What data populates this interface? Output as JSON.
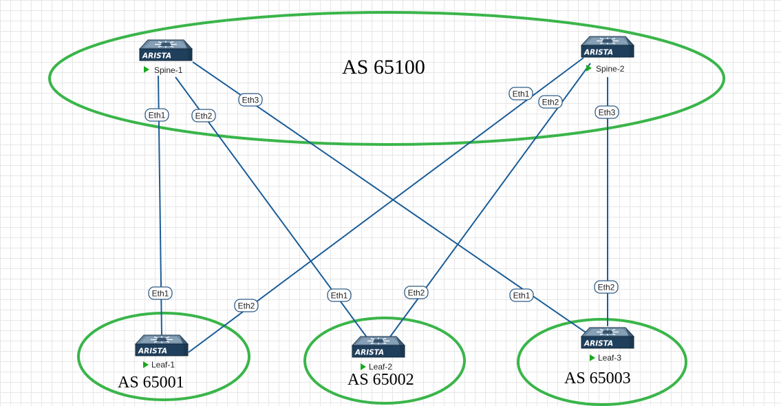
{
  "colors": {
    "link": "#1a5c96",
    "as_ring": "#3ab54a",
    "port_border": "#2c5a86",
    "switch_top": "#6e8aa3",
    "switch_front": "#1f3f5c",
    "running": "#1aa81f"
  },
  "as_zones": {
    "spine": "AS 65100",
    "leaf1": "AS 65001",
    "leaf2": "AS 65002",
    "leaf3": "AS 65003"
  },
  "devices": {
    "spine1": {
      "name": "Spine-1",
      "brand": "ARISTA",
      "icon": "switch-icon",
      "status": "running"
    },
    "spine2": {
      "name": "Spine-2",
      "brand": "ARISTA",
      "icon": "switch-icon",
      "status": "running"
    },
    "leaf1": {
      "name": "Leaf-1",
      "brand": "ARISTA",
      "icon": "switch-icon",
      "status": "running"
    },
    "leaf2": {
      "name": "Leaf-2",
      "brand": "ARISTA",
      "icon": "switch-icon",
      "status": "running"
    },
    "leaf3": {
      "name": "Leaf-3",
      "brand": "ARISTA",
      "icon": "switch-icon",
      "status": "running"
    }
  },
  "links": [
    {
      "from": "Spine-1",
      "from_port": "Eth1",
      "to": "Leaf-1",
      "to_port": "Eth1"
    },
    {
      "from": "Spine-1",
      "from_port": "Eth2",
      "to": "Leaf-2",
      "to_port": "Eth1"
    },
    {
      "from": "Spine-1",
      "from_port": "Eth3",
      "to": "Leaf-3",
      "to_port": "Eth1"
    },
    {
      "from": "Spine-2",
      "from_port": "Eth1",
      "to": "Leaf-1",
      "to_port": "Eth2"
    },
    {
      "from": "Spine-2",
      "from_port": "Eth2",
      "to": "Leaf-2",
      "to_port": "Eth2"
    },
    {
      "from": "Spine-2",
      "from_port": "Eth3",
      "to": "Leaf-3",
      "to_port": "Eth2"
    }
  ]
}
